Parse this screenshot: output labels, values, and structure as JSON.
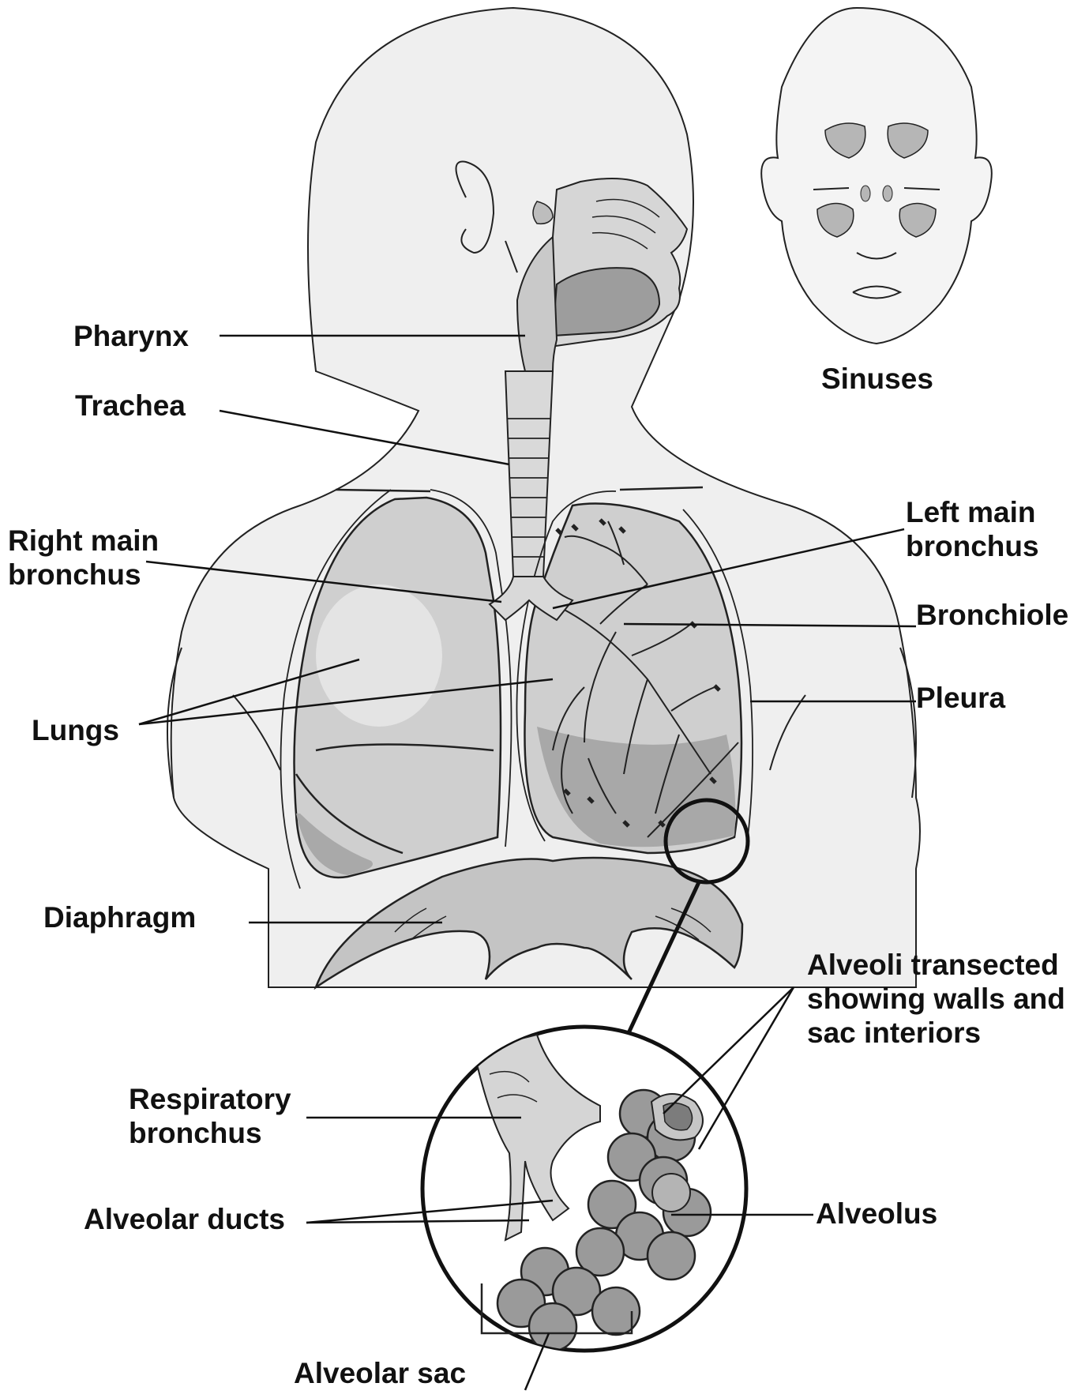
{
  "labels": {
    "pharynx": "Pharynx",
    "trachea": "Trachea",
    "right_main_bronchus": "Right main\nbronchus",
    "left_main_bronchus": "Left main\nbronchus",
    "bronchiole": "Bronchiole",
    "pleura": "Pleura",
    "lungs": "Lungs",
    "diaphragm": "Diaphragm",
    "sinuses": "Sinuses",
    "alveoli_transected": "Alveoli transected\nshowing walls and\nsac interiors",
    "respiratory_bronchus": "Respiratory\nbronchus",
    "alveolar_ducts": "Alveolar ducts",
    "alveolus": "Alveolus",
    "alveolar_sac": "Alveolar sac"
  },
  "colors": {
    "stroke": "#222222",
    "body_fill": "#eeeeee",
    "lung_fill": "#d2d2d2",
    "dark_fill": "#a6a6a6",
    "light_fill": "#e6e6e6"
  }
}
